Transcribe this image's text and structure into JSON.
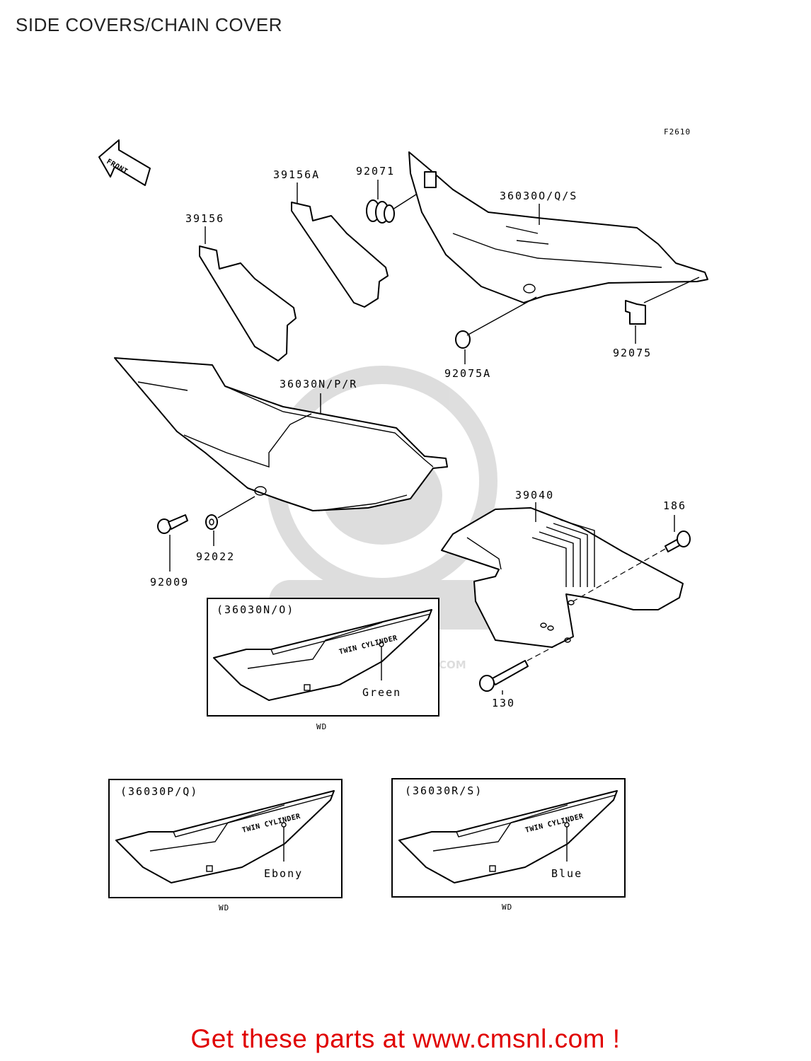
{
  "header": {
    "title": "SIDE COVERS/CHAIN COVER"
  },
  "figure": {
    "code": "F2610",
    "front_label": "FRONT",
    "decal_text": "TWIN CYLINDER",
    "parts": [
      {
        "id": "part-39156",
        "label": "39156"
      },
      {
        "id": "part-39156a",
        "label": "39156A"
      },
      {
        "id": "part-92071",
        "label": "92071"
      },
      {
        "id": "part-36030o",
        "label": "36030O/Q/S"
      },
      {
        "id": "part-92075",
        "label": "92075"
      },
      {
        "id": "part-92075a",
        "label": "92075A"
      },
      {
        "id": "part-36030n",
        "label": "36030N/P/R"
      },
      {
        "id": "part-39040",
        "label": "39040"
      },
      {
        "id": "part-186",
        "label": "186"
      },
      {
        "id": "part-92022",
        "label": "92022"
      },
      {
        "id": "part-92009",
        "label": "92009"
      },
      {
        "id": "part-130",
        "label": "130"
      }
    ],
    "variants": [
      {
        "code": "(36030N/O)",
        "color": "Green",
        "tag": "WD"
      },
      {
        "code": "(36030P/Q)",
        "color": "Ebony",
        "tag": "WD"
      },
      {
        "code": "(36030R/S)",
        "color": "Blue",
        "tag": "WD"
      }
    ]
  },
  "watermark": {
    "text": "WWW.CMSNL.COM"
  },
  "footer": {
    "cta": "Get these parts at www.cmsnl.com !"
  }
}
